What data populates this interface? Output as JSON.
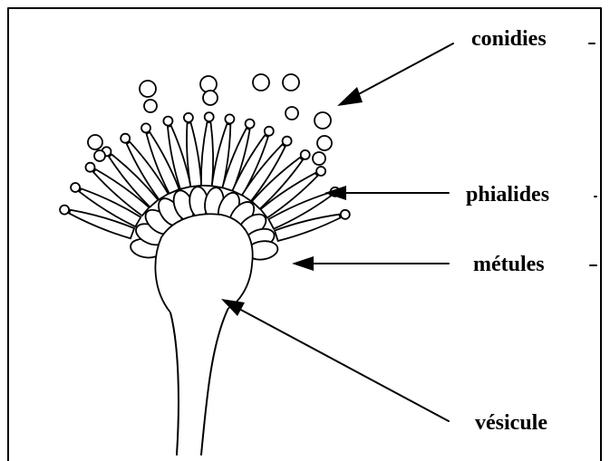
{
  "figure": {
    "labels": {
      "conidies": "conidies",
      "phialides": "phialides",
      "metules": "métules",
      "vesicule": "vésicule"
    }
  }
}
